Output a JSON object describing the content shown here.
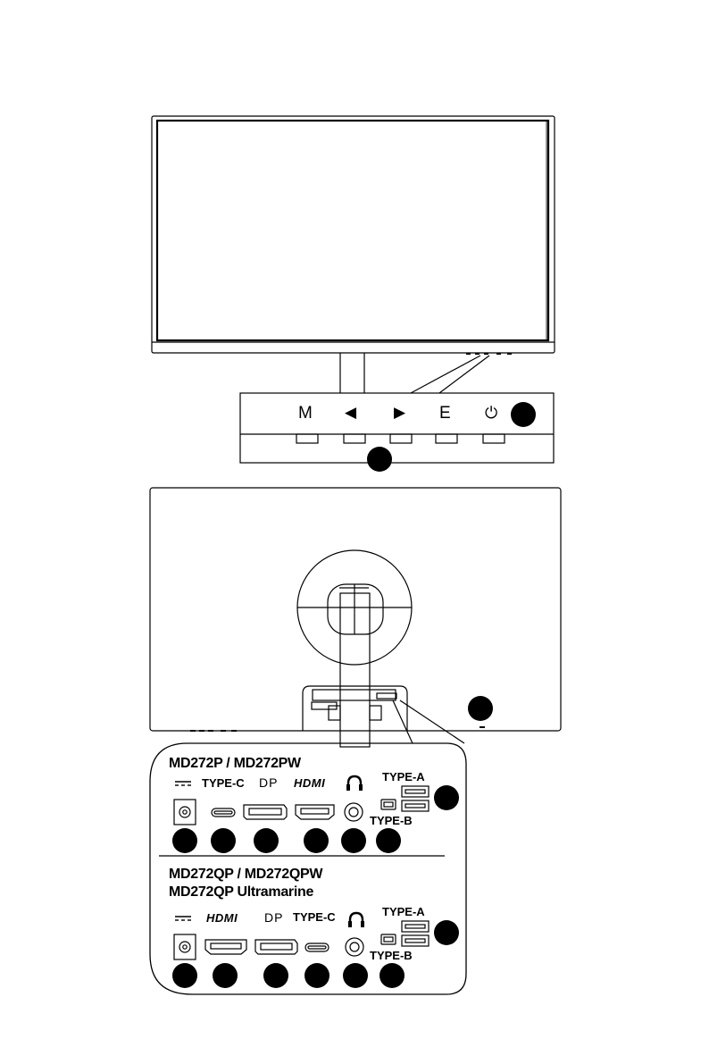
{
  "front_panel": {
    "buttons": [
      {
        "label": "M",
        "icon": "text"
      },
      {
        "label": "◀",
        "icon": "left-arrow-icon"
      },
      {
        "label": "▶",
        "icon": "right-arrow-icon"
      },
      {
        "label": "E",
        "icon": "text"
      },
      {
        "label": "⏻",
        "icon": "power-icon"
      }
    ]
  },
  "models_a": {
    "title": "MD272P / MD272PW",
    "ports": {
      "dc": "⎓",
      "typec": "TYPE-C",
      "dp": "DP",
      "hdmi": "HDMI",
      "typea": "TYPE-A",
      "typeb": "TYPE-B"
    }
  },
  "models_b": {
    "title_line1": "MD272QP / MD272QPW",
    "title_line2": "MD272QP Ultramarine",
    "ports": {
      "dc": "⎓",
      "hdmi": "HDMI",
      "dp": "DP",
      "typec": "TYPE-C",
      "typea": "TYPE-A",
      "typeb": "TYPE-B"
    }
  }
}
